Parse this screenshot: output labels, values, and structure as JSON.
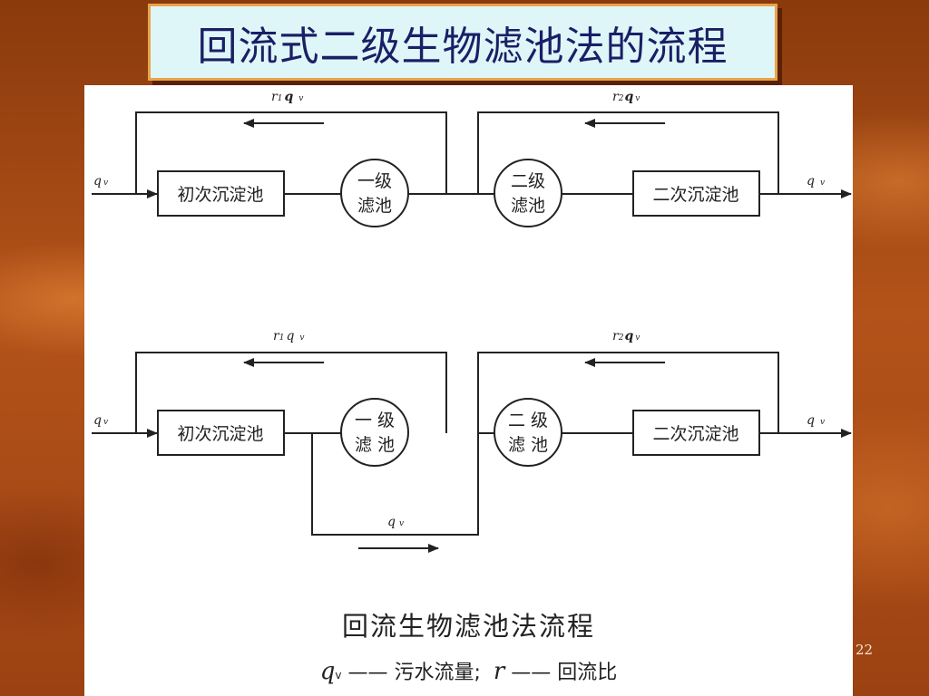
{
  "slide": {
    "title": "回流式二级生物滤池法的流程",
    "page_number": "22"
  },
  "diagram": {
    "caption": "回流生物滤池法流程",
    "legend": {
      "q_symbol": "q",
      "q_sub": "v",
      "q_text": "—— 污水流量;",
      "r_symbol": "r",
      "r_text": "—— 回流比"
    },
    "units": {
      "primary_settling": "初次沉淀池",
      "filter1_line1": "一级",
      "filter1_line2": "滤池",
      "filter1b_line1": "一 级",
      "filter1b_line2": "滤 池",
      "filter2_line1": "二级",
      "filter2_line2": "滤池",
      "filter2b_line1": "二 级",
      "filter2b_line2": "滤 池",
      "secondary_settling": "二次沉淀池"
    },
    "flows": {
      "q": "q",
      "q_sub": "v",
      "r1": "r",
      "r1_sub": "1",
      "r2": "r",
      "r2_sub": "2"
    }
  }
}
